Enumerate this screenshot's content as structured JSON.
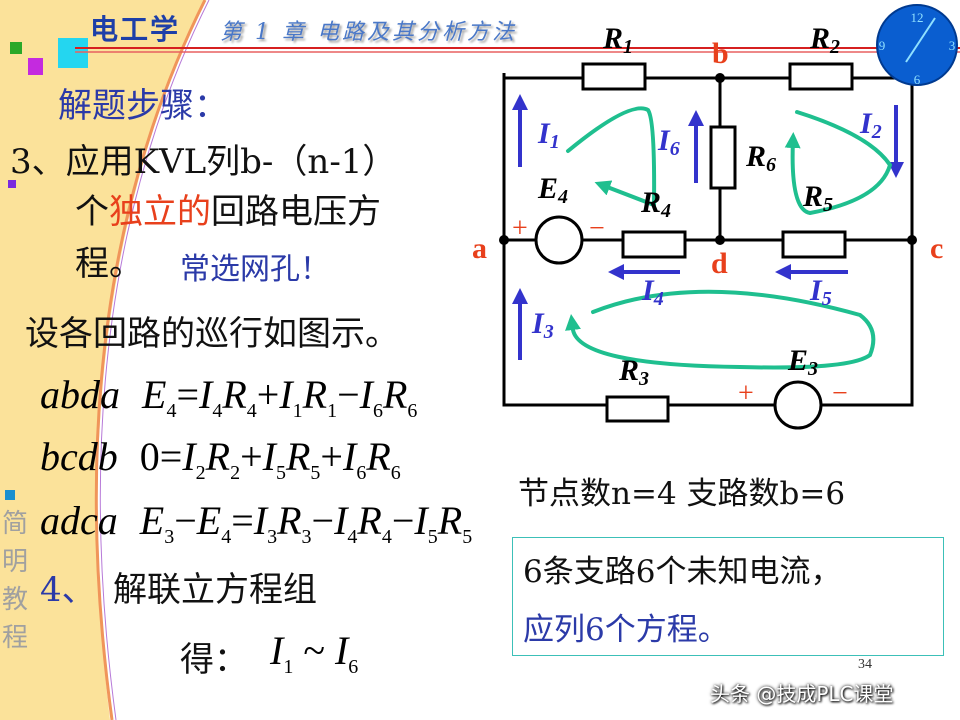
{
  "header": {
    "course": "电工学",
    "chapter": "第 1 章   电路及其分析方法"
  },
  "sidebar": {
    "vertical_text": [
      "简",
      "明",
      "教",
      "程"
    ]
  },
  "heading": "解题步骤：",
  "step3": {
    "line1": "3、应用KVL列b-（n-1）",
    "line2_pre": "个",
    "line2_red": "独立的",
    "line2_post": "回路电压方",
    "line3": "程。",
    "note": "常选网孔！"
  },
  "loops_text": "设各回路的巡行如图示。",
  "equations": [
    {
      "loop": "abda",
      "tokens": [
        [
          "E",
          "4"
        ],
        [
          "=",
          ""
        ],
        [
          "I",
          "4"
        ],
        [
          "R",
          "4"
        ],
        [
          "+",
          ""
        ],
        [
          "I",
          "1"
        ],
        [
          "R",
          "1"
        ],
        [
          "−",
          ""
        ],
        [
          "I",
          "6"
        ],
        [
          "R",
          "6"
        ]
      ]
    },
    {
      "loop": "bcdb",
      "tokens": [
        [
          "0",
          ""
        ],
        [
          "=",
          ""
        ],
        [
          "I",
          "2"
        ],
        [
          "R",
          "2"
        ],
        [
          "+",
          ""
        ],
        [
          "I",
          "5"
        ],
        [
          "R",
          "5"
        ],
        [
          "+",
          ""
        ],
        [
          "I",
          "6"
        ],
        [
          "R",
          "6"
        ]
      ]
    },
    {
      "loop": "adca",
      "tokens": [
        [
          "E",
          "3"
        ],
        [
          "−",
          ""
        ],
        [
          "E",
          "4"
        ],
        [
          "=",
          ""
        ],
        [
          "I",
          "3"
        ],
        [
          "R",
          "3"
        ],
        [
          "−",
          ""
        ],
        [
          "I",
          "4"
        ],
        [
          "R",
          "4"
        ],
        [
          "−",
          ""
        ],
        [
          "I",
          "5"
        ],
        [
          "R",
          "5"
        ]
      ]
    }
  ],
  "step4": {
    "num": "4、",
    "text": "解联立方程组",
    "result_label": "得：",
    "result_from": [
      "I",
      "1"
    ],
    "tilde": "~",
    "result_to": [
      "I",
      "6"
    ]
  },
  "counts": "节点数n=4  支路数b=6",
  "summary": {
    "line1": "6条支路6个未知电流，",
    "line2": "应列6个方程。"
  },
  "page_number": "34",
  "watermark": "头条 @技成PLC课堂",
  "circuit": {
    "nodes": {
      "a": "a",
      "b": "b",
      "c": "c",
      "d": "d"
    },
    "resistors": {
      "R1": [
        "R",
        "1"
      ],
      "R2": [
        "R",
        "2"
      ],
      "R3": [
        "R",
        "3"
      ],
      "R4": [
        "R",
        "4"
      ],
      "R5": [
        "R",
        "5"
      ],
      "R6": [
        "R",
        "6"
      ]
    },
    "sources": {
      "E4": [
        "E",
        "4"
      ],
      "E3": [
        "E",
        "3"
      ]
    },
    "currents": {
      "I1": [
        "I",
        "1"
      ],
      "I2": [
        "I",
        "2"
      ],
      "I3": [
        "I",
        "3"
      ],
      "I4": [
        "I",
        "4"
      ],
      "I5": [
        "I",
        "5"
      ],
      "I6": [
        "I",
        "6"
      ]
    },
    "plus": "+",
    "minus": "−",
    "clock_numbers": [
      "12",
      "3",
      "6",
      "9"
    ]
  },
  "colors": {
    "title_blue": "#1d3fa8",
    "text_blue": "#2b3aa8",
    "red": "#e8401c",
    "loop_green": "#1fbf8f",
    "arrow_blue": "#3333cc",
    "sidebar_yellow": "#fbe29a",
    "box_border": "#3cc0b8"
  }
}
